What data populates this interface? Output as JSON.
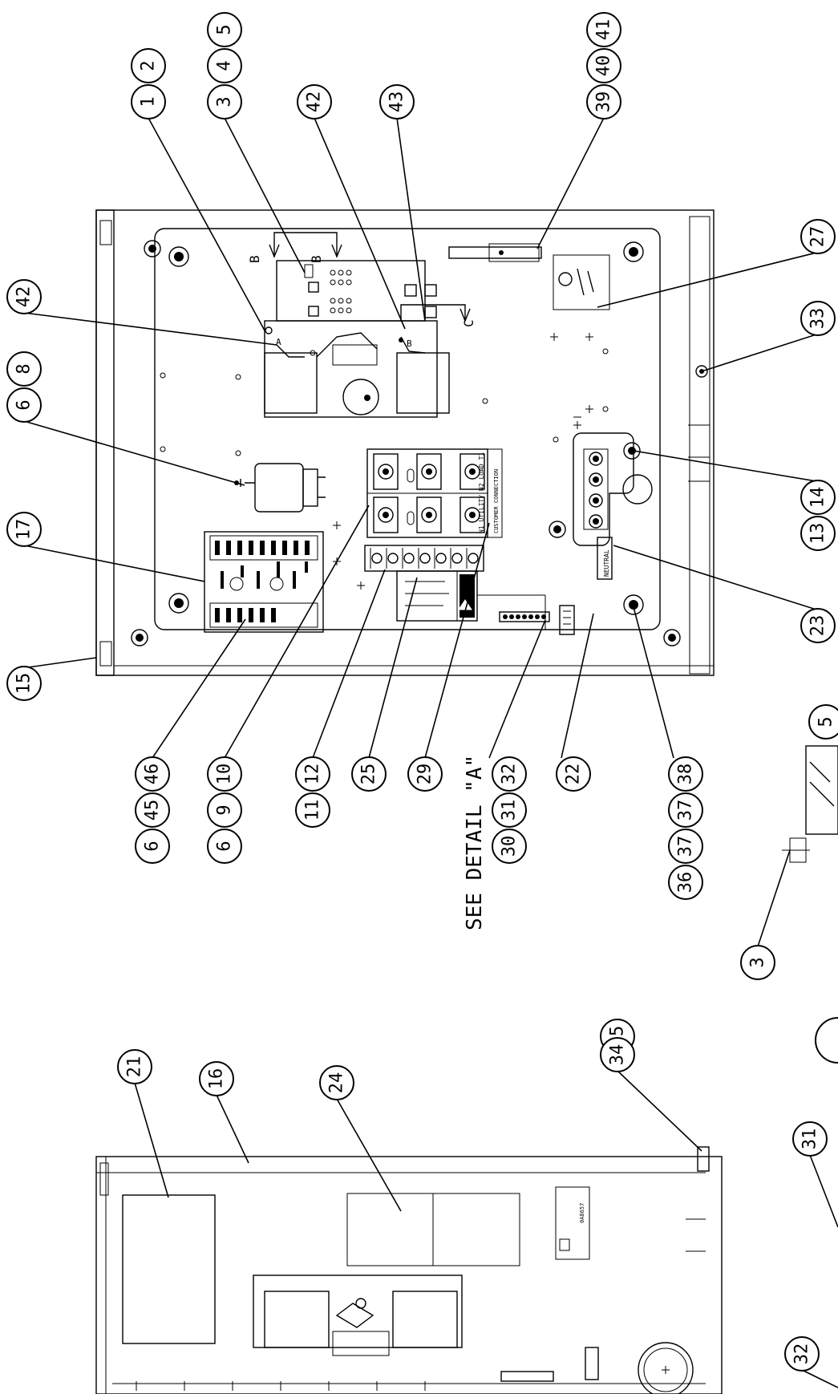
{
  "callouts": {
    "c1": "1",
    "c2": "2",
    "c3": "3",
    "c4": "4",
    "c5": "5",
    "c42": "42",
    "c43": "43",
    "c39": "39",
    "c40": "40",
    "c41": "41",
    "c6": "6",
    "c8": "8",
    "c17": "17",
    "c15": "15",
    "c27": "27",
    "c33": "33",
    "c13": "13",
    "c14": "14",
    "c23": "23",
    "c45": "45",
    "c46": "46",
    "c9": "9",
    "c10": "10",
    "c11": "11",
    "c12": "12",
    "c25": "25",
    "c29": "29",
    "c30": "30",
    "c31": "31",
    "c32": "32",
    "c22": "22",
    "c36": "36",
    "c37": "37",
    "c38": "38",
    "c21": "21",
    "c16": "16",
    "c24": "24",
    "c34": "34",
    "c35": "35"
  },
  "labels": {
    "see_detail": "SEE DETAIL \"A\"",
    "section_b": "B",
    "section_c": "C",
    "section_a": "A",
    "neutral": "NEUTRAL",
    "terminal_n1": "N1",
    "terminal_utility": "UTILITY",
    "terminal_n2": "N2",
    "terminal_load": "LOAD",
    "terminal_t1": "T1",
    "customer_connection": "CUSTOMER CONNECTION",
    "part_number": "0A8657"
  }
}
